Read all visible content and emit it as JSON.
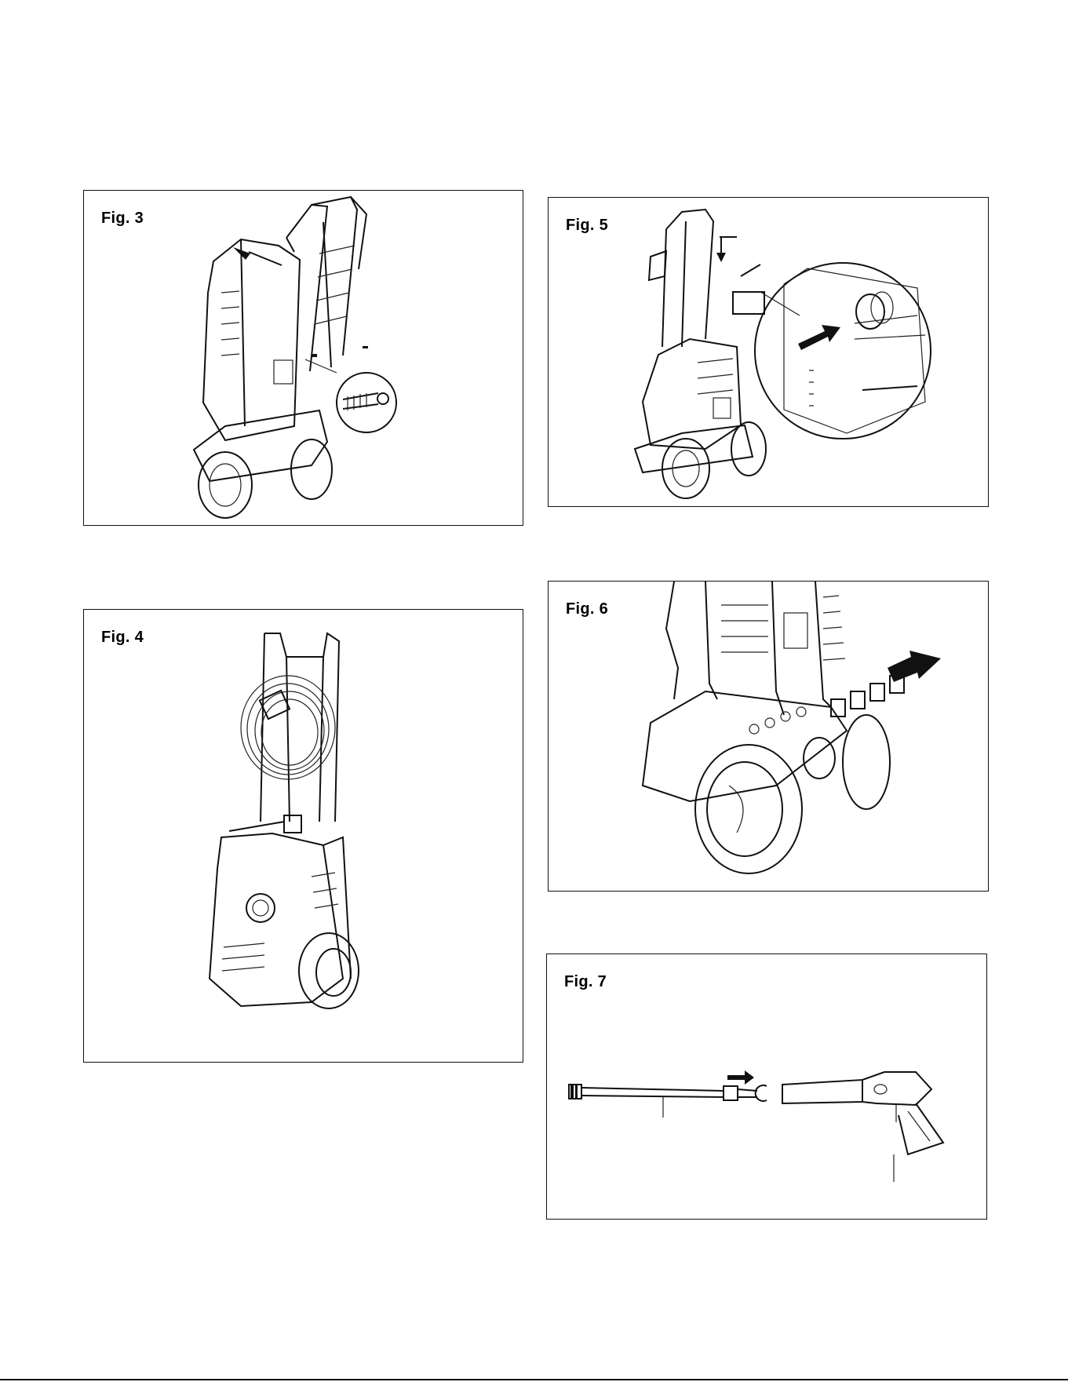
{
  "figures": {
    "fig3": {
      "label": "Fig. 3"
    },
    "fig4": {
      "label": "Fig. 4"
    },
    "fig5": {
      "label": "Fig. 5"
    },
    "fig6": {
      "label": "Fig. 6"
    },
    "fig7": {
      "label": "Fig. 7"
    }
  }
}
